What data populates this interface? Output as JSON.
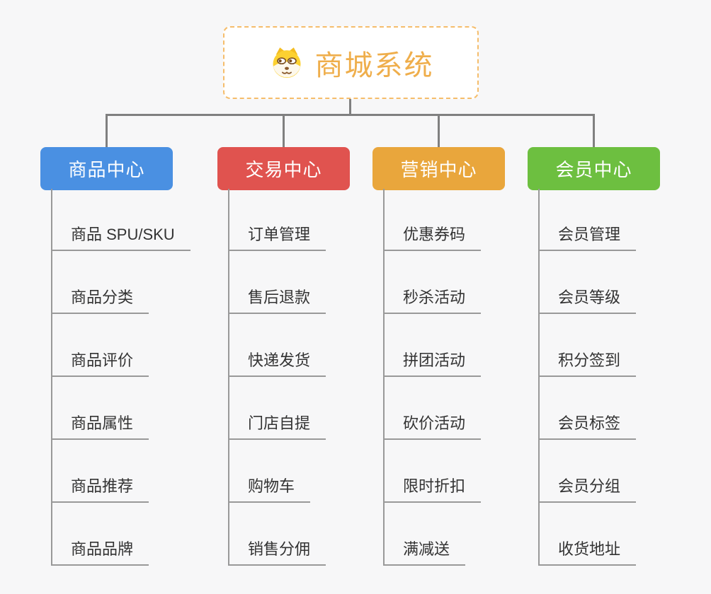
{
  "root": {
    "title": "商城系统",
    "icon": "shiba-dog-icon",
    "title_color": "#efae4b",
    "border_color": "#f5bd6b"
  },
  "lines": {
    "tree_color": "#808080",
    "leaf_color": "#999999"
  },
  "branches": [
    {
      "label": "商品中心",
      "color": "#4a90e2",
      "children": [
        "商品 SPU/SKU",
        "商品分类",
        "商品评价",
        "商品属性",
        "商品推荐",
        "商品品牌"
      ]
    },
    {
      "label": "交易中心",
      "color": "#e0534f",
      "children": [
        "订单管理",
        "售后退款",
        "快递发货",
        "门店自提",
        "购物车",
        "销售分佣"
      ]
    },
    {
      "label": "营销中心",
      "color": "#e9a63c",
      "children": [
        "优惠券码",
        "秒杀活动",
        "拼团活动",
        "砍价活动",
        "限时折扣",
        "满减送"
      ]
    },
    {
      "label": "会员中心",
      "color": "#6dbf40",
      "children": [
        "会员管理",
        "会员等级",
        "积分签到",
        "会员标签",
        "会员分组",
        "收货地址"
      ]
    }
  ]
}
